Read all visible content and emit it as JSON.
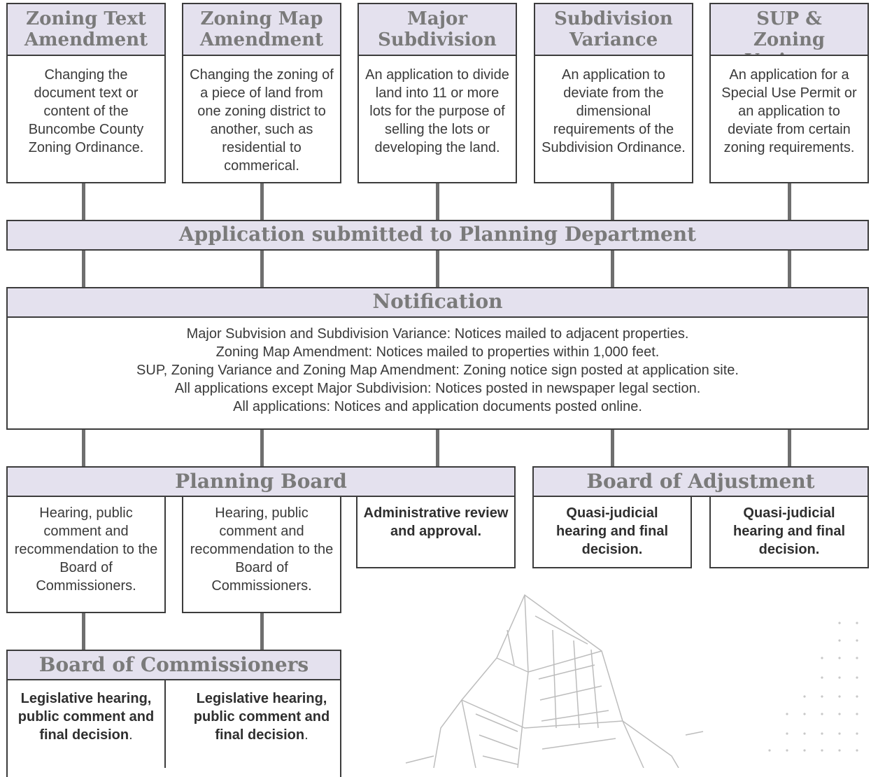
{
  "top_boxes": [
    {
      "title_line1": "Zoning Text",
      "title_line2": "Amendment",
      "desc": "Changing the document text or content of the Buncombe County Zoning Ordinance."
    },
    {
      "title_line1": "Zoning Map",
      "title_line2": "Amendment",
      "desc": "Changing the zoning of a piece of land from one zoning district to another, such as residential to commerical."
    },
    {
      "title_line1": "Major",
      "title_line2": "Subdivision",
      "desc": "An application to divide land into 11 or more lots for the purpose of selling the lots or developing the land."
    },
    {
      "title_line1": "Subdivision",
      "title_line2": "Variance",
      "desc": "An application to deviate from the dimensional requirements of the Subdivision Ordinance."
    },
    {
      "title_line1": "SUP &",
      "title_line2": "Zoning Variance",
      "desc": "An application for a Special Use Permit or an application to deviate from certain zoning requirements."
    }
  ],
  "application": {
    "title": "Application submitted to Planning Department"
  },
  "notification": {
    "title": "Notification",
    "lines": [
      "Major Subvision and Subdivision Variance: Notices mailed to adjacent properties.",
      "Zoning Map Amendment: Notices mailed to properties within 1,000 feet.",
      "SUP, Zoning Variance and Zoning Map Amendment: Zoning notice sign posted at application site.",
      "All applications except Major Subdivision: Notices posted in newspaper legal section.",
      "All applications: Notices and application documents posted online."
    ]
  },
  "planning_board": {
    "title": "Planning Board",
    "step1": "Hearing, public comment and recommendation to the Board of Commissioners.",
    "step2": "Hearing, public comment and recommendation to the Board of Commissioners.",
    "step3": "Administrative review and approval."
  },
  "board_of_adjustment": {
    "title": "Board of Adjustment",
    "step1": "Quasi-judicial hearing and final decision.",
    "step2": "Quasi-judicial hearing and final decision."
  },
  "board_of_commissioners": {
    "title": "Board of Commissioners",
    "step1_bold": "Legislative hearing, public comment and final decision",
    "step1_tail": ".",
    "step2_bold": "Legislative hearing, public comment and final decision",
    "step2_tail": "."
  },
  "colors": {
    "header_fill": "#e4e1ee",
    "header_text": "#7a7a7a",
    "border": "#3c3c3c",
    "connector": "#6f6f6f"
  },
  "icons": {
    "illustration": "building-sketch-icon"
  }
}
